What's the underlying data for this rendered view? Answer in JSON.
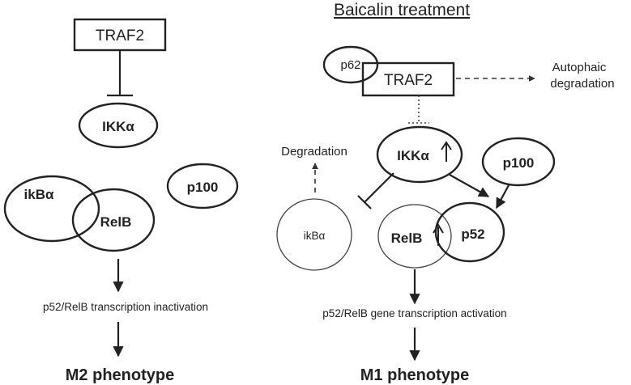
{
  "left": {
    "traf2": "TRAF2",
    "ikka": "IKKα",
    "ikba": "ikBα",
    "relb": "RelB",
    "p100": "p100",
    "status": "p52/RelB transcription inactivation",
    "phenotype": "M2 phenotype"
  },
  "right": {
    "title": "Baicalin treatment",
    "p62": "p62",
    "traf2": "TRAF2",
    "autophagic_line1": "Autophaic",
    "autophagic_line2": "degradation",
    "degradation": "Degradation",
    "ikka": "IKKα",
    "ikba": "ikBα",
    "relb": "RelB",
    "p52": "p52",
    "p100": "p100",
    "status": "p52/RelB gene transcription activation",
    "phenotype": "M1 phenotype"
  },
  "icons": [
    "up-arrow-icon"
  ]
}
